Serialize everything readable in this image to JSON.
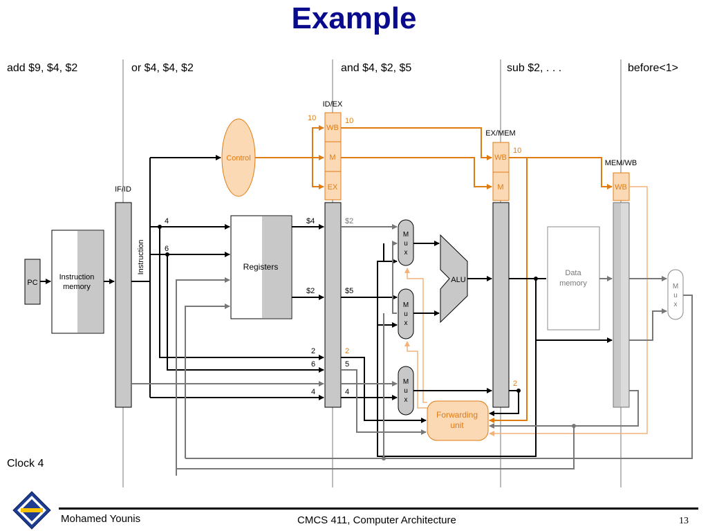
{
  "slide": {
    "title": "Example",
    "clock": "Clock 4",
    "author": "Mohamed Younis",
    "course": "CMCS 411, Computer Architecture",
    "page": "13"
  },
  "stages": {
    "s1": "add $9, $4, $2",
    "s2": "or $4, $4, $2",
    "s3": "and $4, $2, $5",
    "s4": "sub $2, . . .",
    "s5": "before<1>"
  },
  "registers": {
    "ifid": "IF/ID",
    "idex": "ID/EX",
    "exmem": "EX/MEM",
    "memwb": "MEM/WB"
  },
  "blocks": {
    "pc": "PC",
    "instr_mem_1": "Instruction",
    "instr_mem_2": "memory",
    "instruction": "Instruction",
    "registers": "Registers",
    "control": "Control",
    "alu": "ALU",
    "data_mem_1": "Data",
    "data_mem_2": "memory",
    "fwd_1": "Forwarding",
    "fwd_2": "unit",
    "mux_m": "M",
    "mux_u": "u",
    "mux_x": "x",
    "wb": "WB",
    "m": "M",
    "ex": "EX"
  },
  "values": {
    "ctrl_10_a": "10",
    "ctrl_10_b": "10",
    "ctrl_10_c": "10",
    "rs_in": "4",
    "rt_in": "6",
    "reg_out1": "$4",
    "reg_out2": "$2",
    "idex_out1": "$2",
    "idex_out2": "$5",
    "rd_in_a": "2",
    "rd_in_b": "6",
    "rd_in_c": "4",
    "rd_out_a": "2",
    "rd_out_b": "5",
    "rd_out_c": "4",
    "exmem_rd": "2"
  },
  "colors": {
    "orange": "#e07b12",
    "orange_fill": "#fbd9b5",
    "gray_fill": "#c8c8c8",
    "title_blue": "#0a0a8c"
  }
}
